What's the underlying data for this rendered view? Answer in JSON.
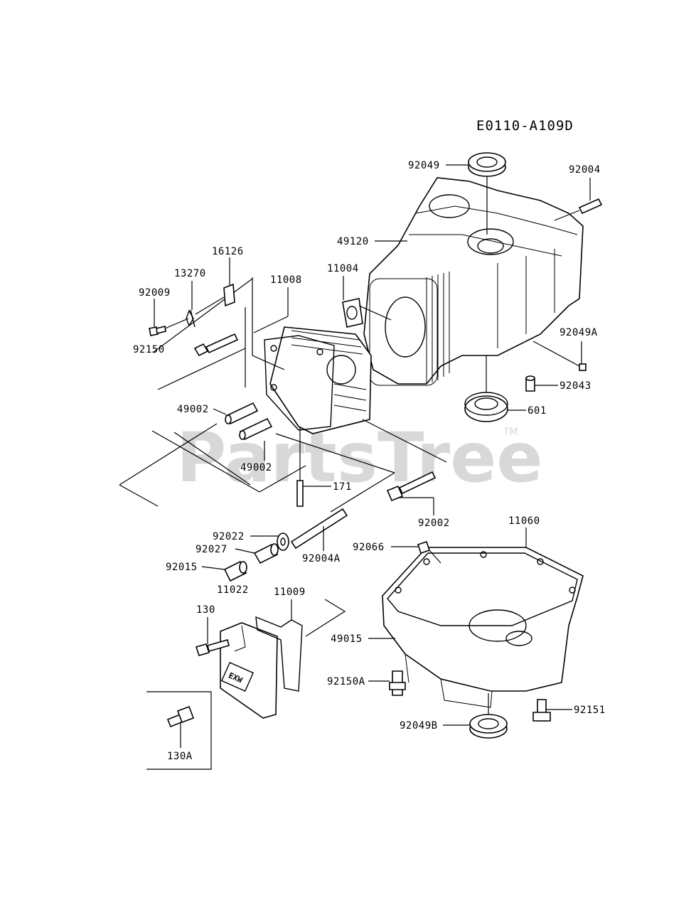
{
  "diagram_code": "E0110-A109D",
  "watermark": "PartsTree",
  "trademark": "TM",
  "cover_badge": "EXW",
  "labels": {
    "p92049": "92049",
    "p92004": "92004",
    "p49120": "49120",
    "p16126": "16126",
    "p13270": "13270",
    "p11008": "11008",
    "p11004": "11004",
    "p92009": "92009",
    "p92150": "92150",
    "p92049A": "92049A",
    "p92043": "92043",
    "p49002a": "49002",
    "p601": "601",
    "p49002b": "49002",
    "p171": "171",
    "p92002": "92002",
    "p11060": "11060",
    "p92022": "92022",
    "p92027": "92027",
    "p92066": "92066",
    "p92004A": "92004A",
    "p92015": "92015",
    "p11022": "11022",
    "p11009": "11009",
    "p130": "130",
    "p49015": "49015",
    "p92150A": "92150A",
    "p92151": "92151",
    "p92049B": "92049B",
    "p130A": "130A"
  }
}
